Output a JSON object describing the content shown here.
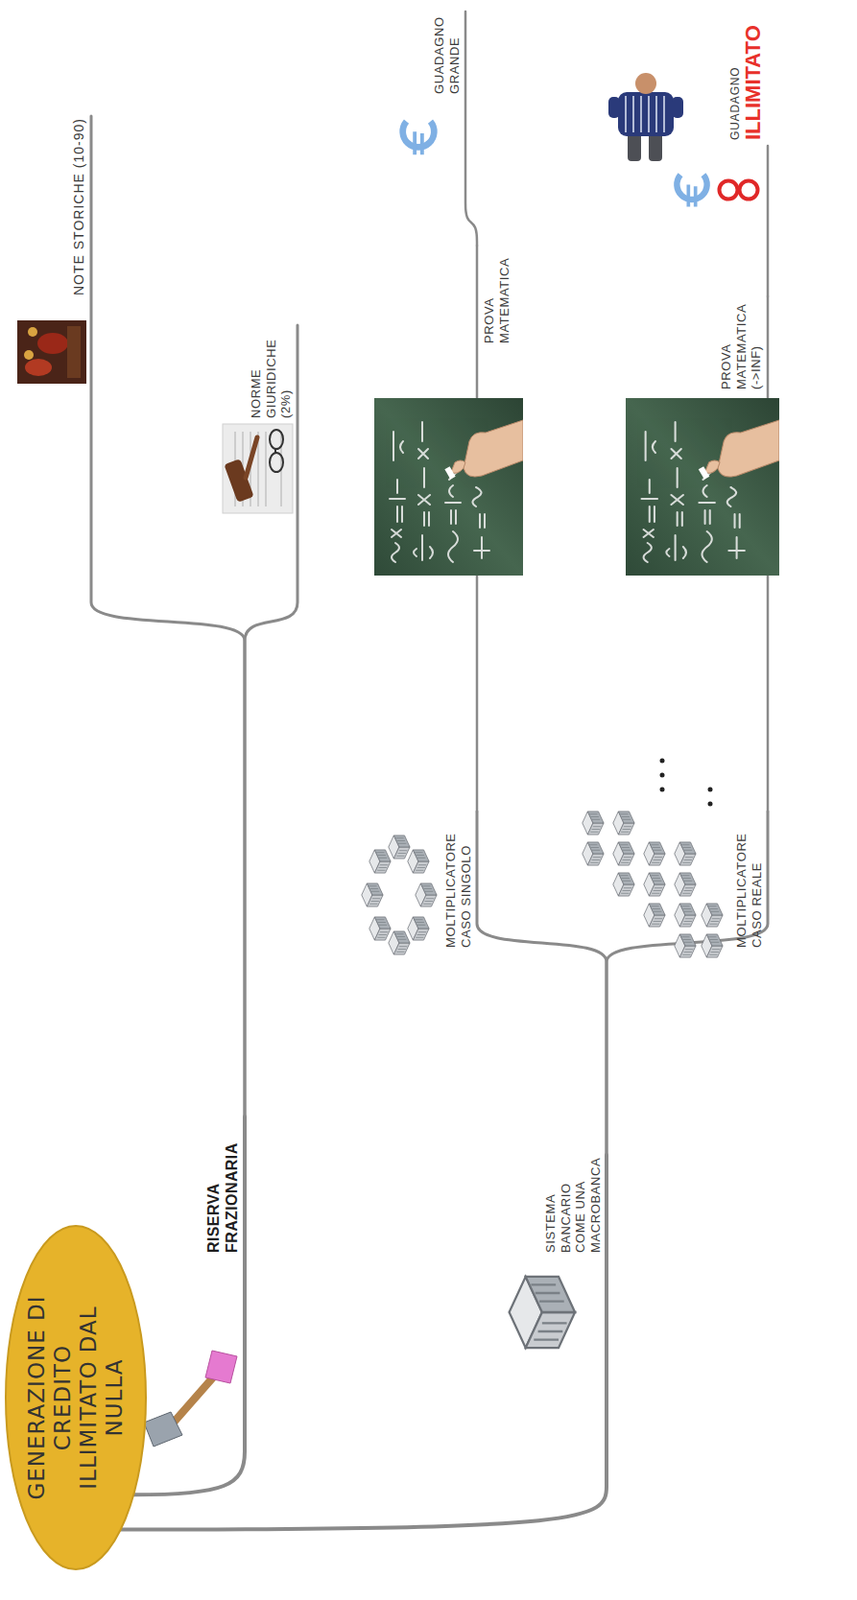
{
  "diagram": {
    "nodes": [
      {
        "text": [
          "GENERAZIONE DI CREDITO ILLIMITATO DAL NULLA"
        ]
      },
      {
        "text": [
          "RISERVA FRAZIONARIA"
        ]
      },
      {
        "text": [
          "NOTE STORICHE (10-90)"
        ]
      },
      {
        "text": [
          "NORME GIURIDICHE (2%)"
        ]
      },
      {
        "text": [
          "SISTEMA BANCARIO COME UNA MACROBANCA"
        ]
      },
      {
        "text": [
          "MOLTIPLICATORE CASO SINGOLO"
        ]
      },
      {
        "text": [
          "PROVA MATEMATICA"
        ]
      },
      {
        "text": [
          "GUADAGNO GRANDE"
        ]
      },
      {
        "text": [
          "MOLTIPLICATORE CASO REALE"
        ]
      },
      {
        "text": [
          "PROVA MATEMATICA (->INF)"
        ]
      },
      {
        "text": [
          "GUADAGNO",
          "ILLIMITATO"
        ]
      }
    ],
    "edges": [
      {
        "from": 0,
        "to": 1,
        "arrow": "none"
      },
      {
        "from": 1,
        "to": 2,
        "arrow": "none"
      },
      {
        "from": 1,
        "to": 3,
        "arrow": "none"
      },
      {
        "from": 0,
        "to": 4,
        "arrow": "none"
      },
      {
        "from": 4,
        "to": 5,
        "arrow": "none"
      },
      {
        "from": 5,
        "to": 6,
        "arrow": "none"
      },
      {
        "from": 6,
        "to": 7,
        "arrow": "none"
      },
      {
        "from": 4,
        "to": 8,
        "arrow": "none"
      },
      {
        "from": 8,
        "to": 9,
        "arrow": "none"
      },
      {
        "from": 9,
        "to": 10,
        "arrow": "none"
      }
    ]
  }
}
